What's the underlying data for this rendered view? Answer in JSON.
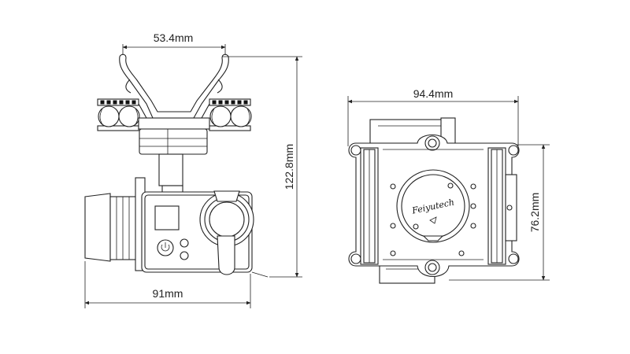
{
  "dimensions": {
    "top_width": "53.4mm",
    "height": "122.8mm",
    "bottom_width": "91mm",
    "front_width": "94.4mm",
    "front_height": "76.2mm"
  },
  "logo": {
    "text": "Feiyutech"
  }
}
